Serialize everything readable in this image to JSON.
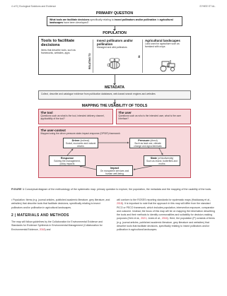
{
  "header": {
    "left": "4 of 9 | Ecological Solutions and Evidence",
    "right": "EYHEE ET AL."
  },
  "figure": {
    "primary_question": {
      "title": "PRIMARY QUESTION",
      "text_a": "What tools are ",
      "text_b": "facilitate decisions",
      "text_c": " specifically relating to ",
      "text_d": "insect pollinators and/or pollination",
      "text_e": " in ",
      "text_f": "agricultural landscapes",
      "text_g": " have been developed?"
    },
    "population": {
      "title": "POPULATION",
      "tools_title": "Tools to facilitate decisions",
      "tools_text": "Items that describe tools, such as frameworks, websites, apps",
      "relating_to": "RELATING TO",
      "insect_title": "Insect pollinators and/or pollination",
      "insect_text": "Managed and wild pollinators",
      "in_label": "IN",
      "agri_title": "Agricultural landscapes",
      "agri_text": "Land used for agriculture such as farmland with crops"
    },
    "metadata": {
      "title": "METADATA",
      "text": "Collect, describe and catalogue evidence from publication databases, web-based search engines and websites"
    },
    "mapping": {
      "title": "MAPPING THE USABILITY OF TOOLS",
      "tool_title": "The tool",
      "tool_text": "Questions such as what is the tool, intended delivery channel, applicability of the tool?",
      "user_title": "The user",
      "user_text": "Questions such as who is the intended user, what is the user interface?",
      "context_title": "The user-context",
      "context_text": "Mapped using the driver-pressure-state-impact-response (DPSIR) framework",
      "driver_title": "Driver",
      "driver_sub": "(indirect)",
      "driver_text": "Social, economic and natural drivers",
      "pressure_title": "Pressure",
      "pressure_sub": "(direct)",
      "pressure_text": "Such as land use, climate change and agrochemicals",
      "response_title": "Response",
      "response_text": "Solving the management, policy impacts",
      "state_title": "State",
      "state_sub": "(of biodiversity)",
      "state_text": "Such as insect, butterflies and moths",
      "impact_title": "Impact",
      "impact_text": "On ecosystem services and human well-being"
    }
  },
  "caption": {
    "lead": "FIGURE 1",
    "text": "  Conceptual diagram of the methodology of the systematic map: primary question to explore, the population, the metadata and the mapping of the usability of the tools."
  },
  "left_col": {
    "bullet": "• Population: Items (e.g. journal articles, published academic literature, grey literature, and websites) that describe tools that facilitate decisions, specifically relating to insect pollinators and/or pollination in agricultural landscapes.",
    "heading": "2  |  MATERIALS AND METHODS",
    "para_a": "The map will follow guidelines by the Collaboration for Environmental Evidence and Standards for Evidence Synthesis in Environmental Management (Collaboration for Environmental Evidence, ",
    "para_link": "2018",
    "para_b": ") and"
  },
  "right_col": {
    "text_a": "will conform to the ROSES reporting standards for systematic maps (Haddaway et al., ",
    "link1": "2018",
    "text_b": "). It is important to note that the approach in this map will differ from the standard PICO or PECO framework, which includes population, intervention exposure, comparator and outcome. Instead, the focus of this map will be on mapping the information describing the tools and their methods to identify commonalities and suitability for decision-making purposes (Hein et al., ",
    "link2": "2021",
    "text_c": "; Jones et al., ",
    "link3": "2016",
    "text_d": "). Here, the population (P) consists of items (e.g. journal articles, published academic literature, grey literature and websites) that describe tools that facilitate decisions, specifically relating to insect pollinators and/or pollination in agricultural landscapes."
  },
  "colors": {
    "accent_red": "#c4223a",
    "pink_fill": "#f7d9dc"
  }
}
